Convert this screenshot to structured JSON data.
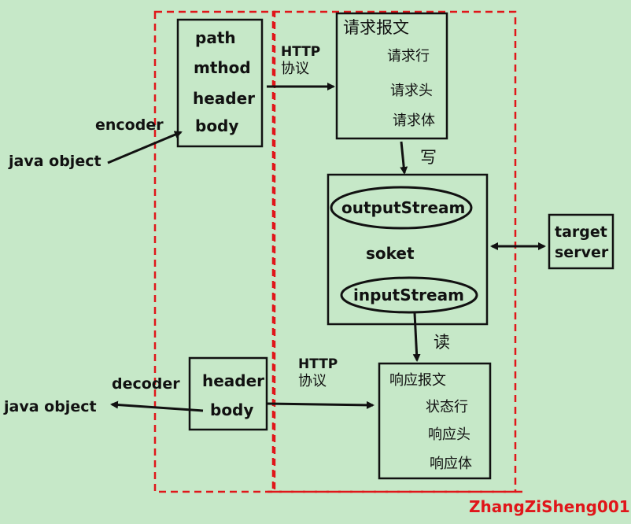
{
  "left_client": {
    "request_fields": [
      "path",
      "mthod",
      "header",
      "body"
    ],
    "encoder_label": "encoder",
    "java_object_in": "java object",
    "response_fields": [
      "header",
      "body"
    ],
    "decoder_label": "decoder",
    "java_object_out": "java object"
  },
  "protocol": {
    "request_http": "HTTP",
    "request_proto": "协议",
    "response_http": "HTTP",
    "response_proto": "协议"
  },
  "request_message": {
    "title": "请求报文",
    "parts": [
      "请求行",
      "请求头",
      "请求体"
    ]
  },
  "write_label": "写",
  "socket": {
    "output_stream": "outputStream",
    "name": "soket",
    "input_stream": "inputStream"
  },
  "read_label": "读",
  "target_server": {
    "line1": "target",
    "line2": "server"
  },
  "response_message": {
    "title": "响应报文",
    "parts": [
      "状态行",
      "响应头",
      "响应体"
    ]
  },
  "watermark": "ZhangZiSheng001",
  "colors": {
    "background": "#c6e8c8",
    "dashed_border": "#e0161a",
    "stroke": "#111111"
  }
}
